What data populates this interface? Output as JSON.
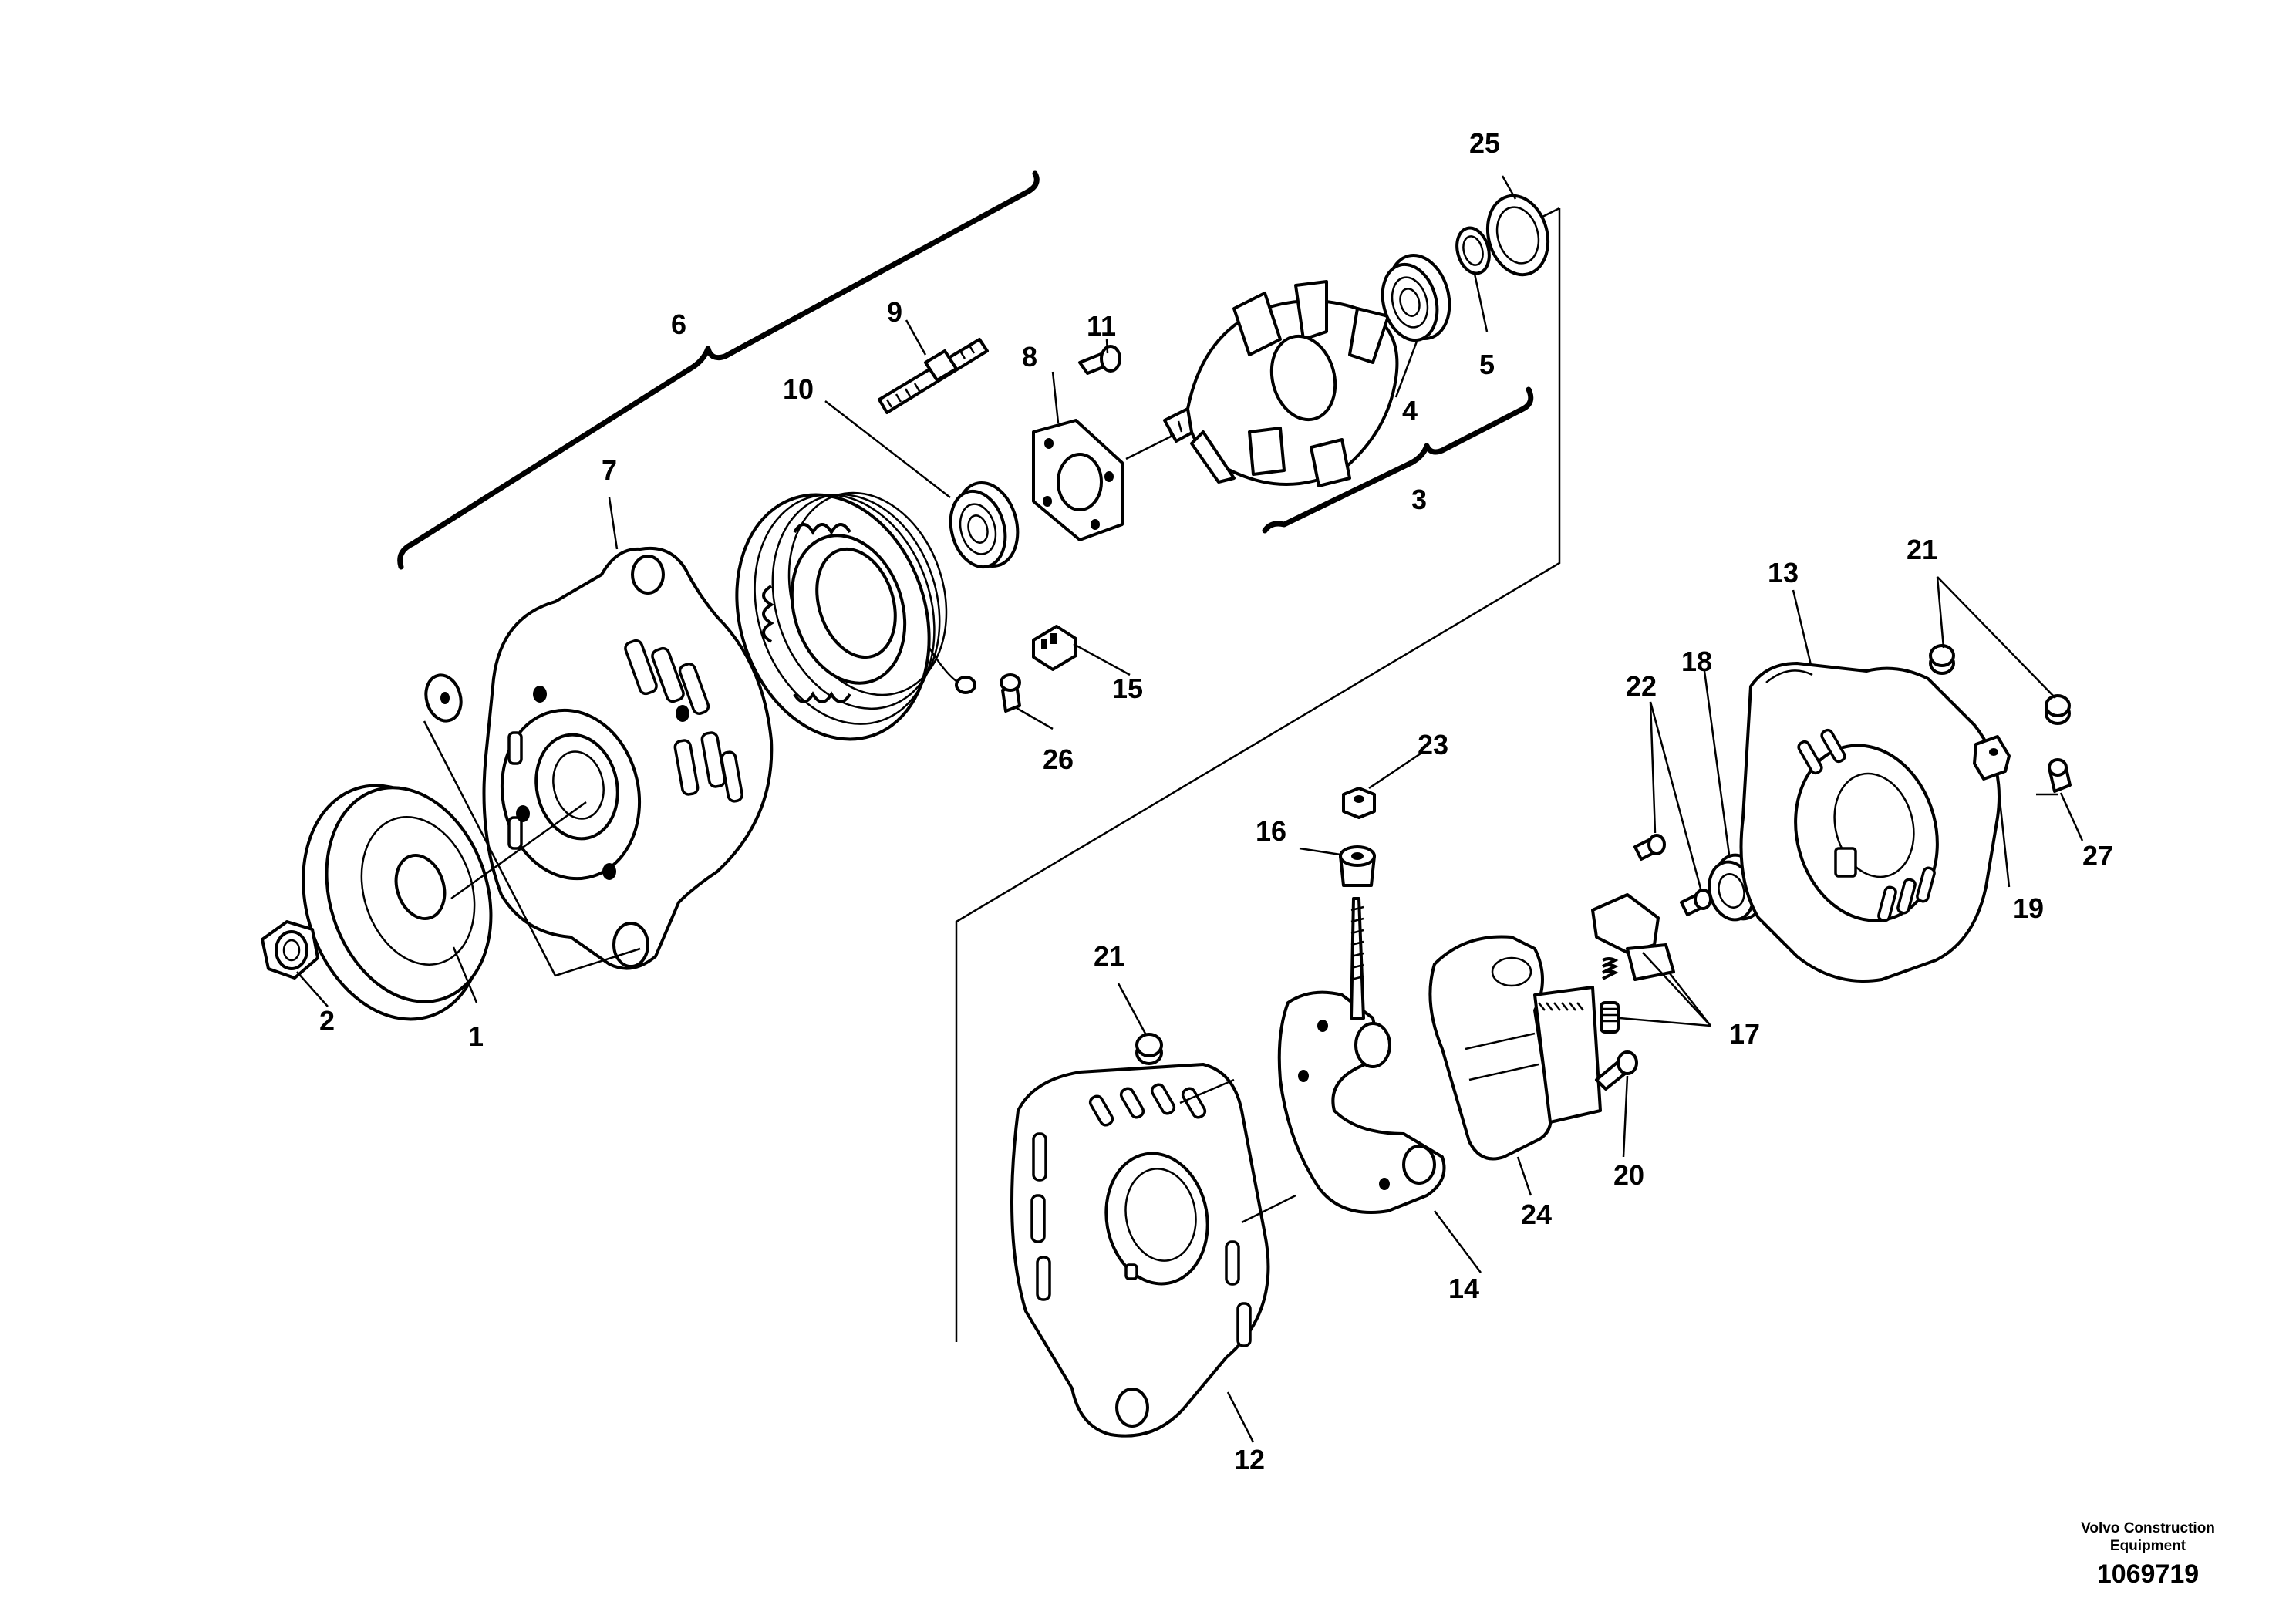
{
  "callouts": [
    "1",
    "2",
    "3",
    "4",
    "5",
    "6",
    "7",
    "8",
    "9",
    "10",
    "11",
    "12",
    "13",
    "14",
    "15",
    "16",
    "17",
    "18",
    "19",
    "20",
    "21",
    "21",
    "22",
    "23",
    "24",
    "25",
    "26",
    "27"
  ],
  "footer": {
    "company_line1": "Volvo Construction",
    "company_line2": "Equipment",
    "document_number": "1069719"
  }
}
